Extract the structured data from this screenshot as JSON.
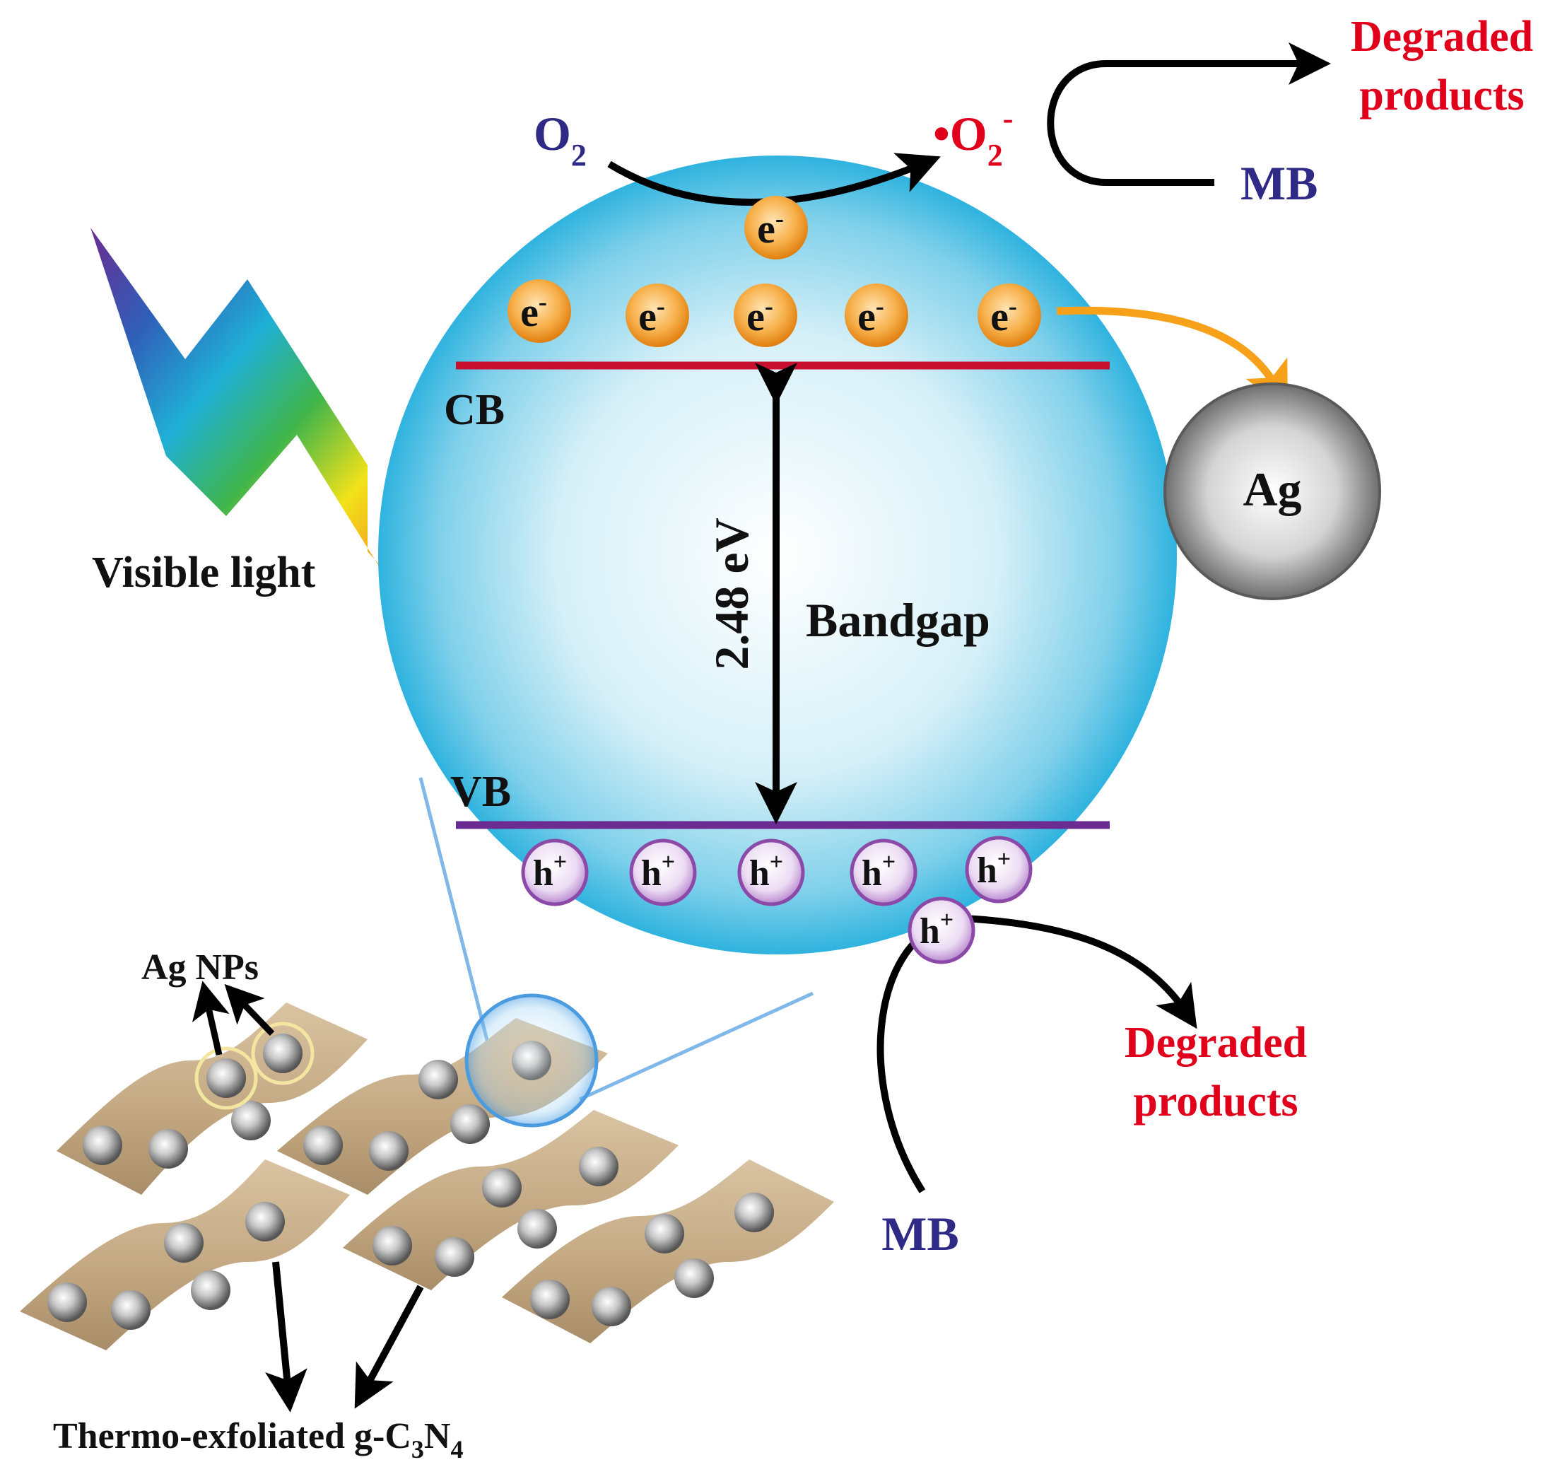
{
  "colors": {
    "cb_line": "#c8102e",
    "vb_line": "#6a2c91",
    "text_black": "#111111",
    "text_red": "#e0001b",
    "text_navy": "#2e2a85",
    "electron": "#f39a1e",
    "hole": "#9a5fb8",
    "arrow_orange": "#f7a11a",
    "sheet": "#c9b08c"
  },
  "light": {
    "label": "Visible light"
  },
  "bands": {
    "cb_label": "CB",
    "vb_label": "VB",
    "gap_value": "2.48 eV",
    "gap_label": "Bandgap"
  },
  "carriers": {
    "electron_symbol": "e",
    "electron_sup": "-",
    "hole_symbol": "h",
    "hole_sup": "+"
  },
  "top_reaction": {
    "reactant_base": "O",
    "reactant_sub": "2",
    "product_base": "•O",
    "product_sub": "2",
    "product_sup": "-",
    "pollutant": "MB",
    "products_line1": "Degraded",
    "products_line2": "products"
  },
  "cocatalyst": {
    "label": "Ag"
  },
  "bottom_reaction": {
    "pollutant": "MB",
    "products_line1": "Degraded",
    "products_line2": "products"
  },
  "material": {
    "np_label": "Ag NPs",
    "support_label_prefix": "Thermo-exfoliated g-C",
    "sub1": "3",
    "mid": "N",
    "sub2": "4"
  }
}
